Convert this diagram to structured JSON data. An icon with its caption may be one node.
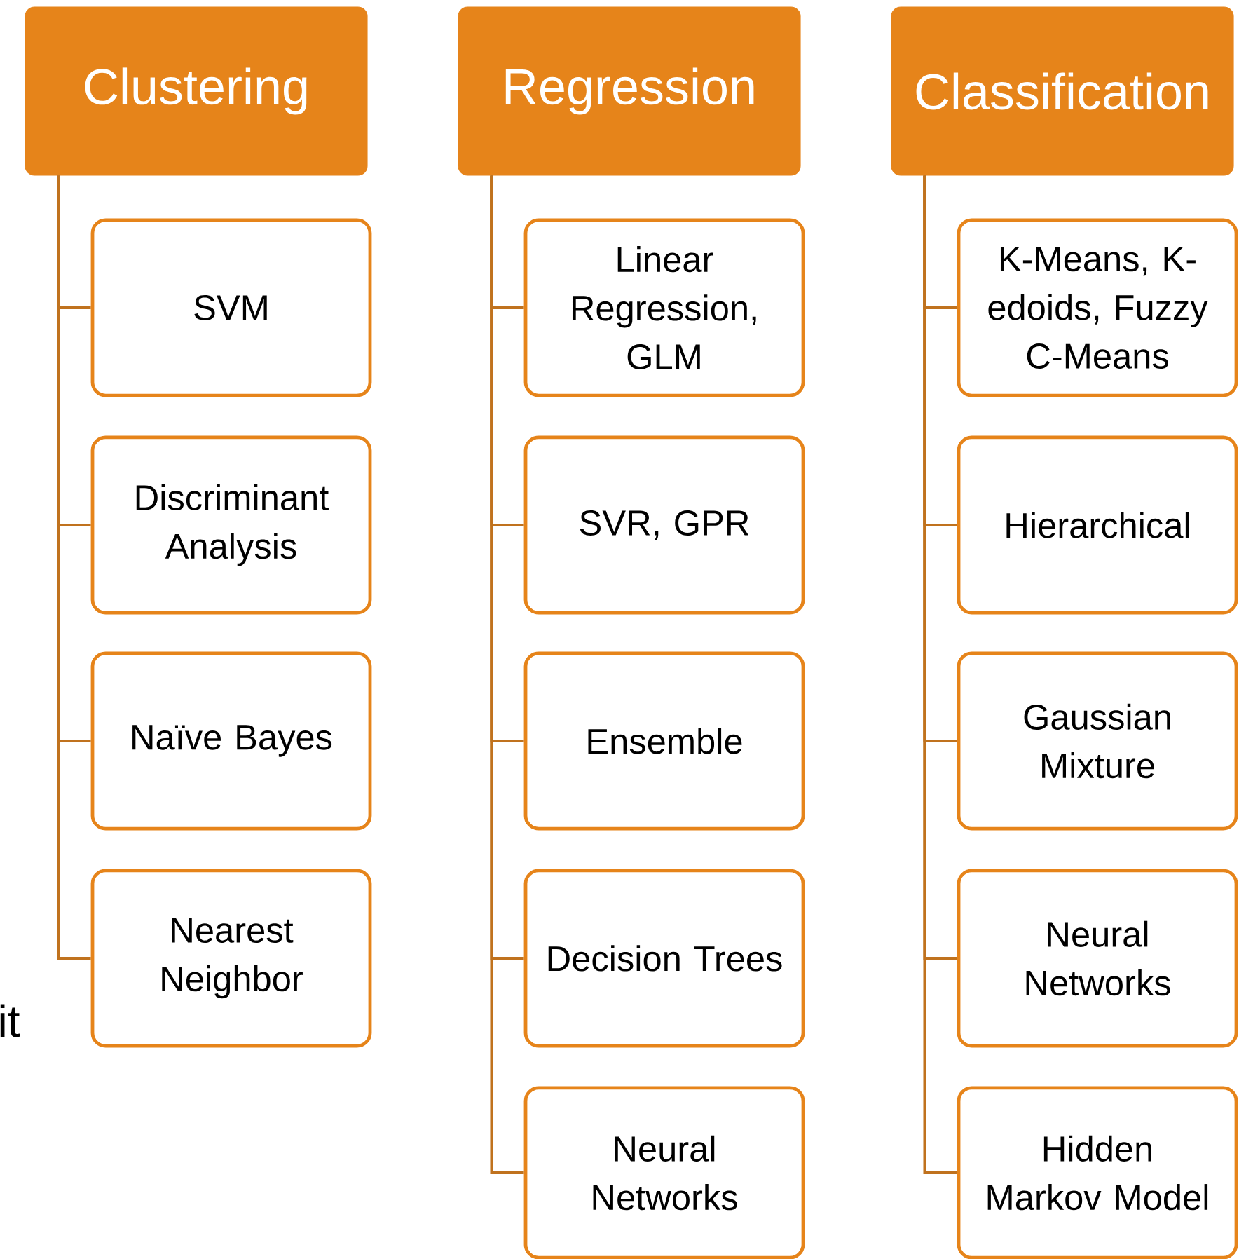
{
  "diagram": {
    "nodes": [
      {
        "text": [
          "Clustering"
        ]
      },
      {
        "text": [
          "SVM"
        ]
      },
      {
        "text": [
          "Discriminant Analysis"
        ]
      },
      {
        "text": [
          "Naïve Bayes"
        ]
      },
      {
        "text": [
          "Nearest Neighbor"
        ]
      },
      {
        "text": [
          "Regression"
        ]
      },
      {
        "text": [
          "Linear Regression, GLM"
        ]
      },
      {
        "text": [
          "SVR, GPR"
        ]
      },
      {
        "text": [
          "Ensemble"
        ]
      },
      {
        "text": [
          "Decision Trees"
        ]
      },
      {
        "text": [
          "Neural Networks"
        ]
      },
      {
        "text": [
          "Classification"
        ]
      },
      {
        "text": [
          "K-Means, K-edoids, Fuzzy C-Means"
        ]
      },
      {
        "text": [
          "Hierarchical"
        ]
      },
      {
        "text": [
          "Gaussian Mixture"
        ]
      },
      {
        "text": [
          "Neural Networks"
        ]
      },
      {
        "text": [
          "Hidden Markov Model"
        ]
      }
    ],
    "edges": [
      {
        "from": 0,
        "to": 1,
        "arrow": "none"
      },
      {
        "from": 0,
        "to": 2,
        "arrow": "none"
      },
      {
        "from": 0,
        "to": 3,
        "arrow": "none"
      },
      {
        "from": 0,
        "to": 4,
        "arrow": "none"
      },
      {
        "from": 5,
        "to": 6,
        "arrow": "none"
      },
      {
        "from": 5,
        "to": 7,
        "arrow": "none"
      },
      {
        "from": 5,
        "to": 8,
        "arrow": "none"
      },
      {
        "from": 5,
        "to": 9,
        "arrow": "none"
      },
      {
        "from": 5,
        "to": 10,
        "arrow": "none"
      },
      {
        "from": 11,
        "to": 12,
        "arrow": "none"
      },
      {
        "from": 11,
        "to": 13,
        "arrow": "none"
      },
      {
        "from": 11,
        "to": 14,
        "arrow": "none"
      },
      {
        "from": 11,
        "to": 15,
        "arrow": "none"
      },
      {
        "from": 11,
        "to": 16,
        "arrow": "none"
      }
    ],
    "labels": [
      "it"
    ]
  }
}
